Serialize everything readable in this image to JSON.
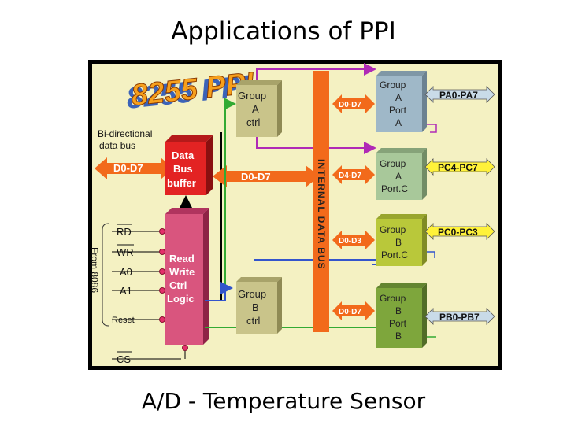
{
  "slide": {
    "title": "Applications of PPI",
    "caption": "A/D - Temperature Sensor"
  },
  "diagram": {
    "logo": "8255 PPI",
    "bidirectional_label": [
      "Bi-directional",
      "data bus"
    ],
    "data_bus_buffer": [
      "Data",
      "Bus",
      "buffer"
    ],
    "rw_logic": [
      "Read",
      "Write",
      "Ctrl",
      "Logic"
    ],
    "group_a_ctrl": [
      "Group",
      "A",
      "ctrl"
    ],
    "group_b_ctrl": [
      "Group",
      "B",
      "ctrl"
    ],
    "internal_bus": "INTERNAL DATA BUS",
    "from_8086": "From 8086",
    "signals": [
      "RD",
      "WR",
      "A0",
      "A1",
      "Reset",
      "CS"
    ],
    "arrows": {
      "ext_data": "D0-D7",
      "int_data": "D0-D7",
      "port_a": "D0-D7",
      "port_c_upper": "D4-D7",
      "port_c_lower": "D0-D3",
      "port_b": "D0-D7"
    },
    "ports": [
      {
        "lines": [
          "Group",
          "A",
          "Port",
          "A"
        ],
        "pins": "PA0-PA7",
        "color": "#9fb8c8"
      },
      {
        "lines": [
          "Group",
          "A",
          "Port.C"
        ],
        "pins": "PC4-PC7",
        "color": "#a8c89a"
      },
      {
        "lines": [
          "Group",
          "B",
          "Port.C"
        ],
        "pins": "PC0-PC3",
        "color": "#b9c83a"
      },
      {
        "lines": [
          "Group",
          "B",
          "Port",
          "B"
        ],
        "pins": "PB0-PB7",
        "color": "#7ea63c"
      }
    ],
    "colors": {
      "background": "#f4f1c2",
      "bus_orange": "#f26a1b",
      "buffer_red": "#e32323",
      "logic_pink": "#d9557e",
      "ctrl_khaki": "#c9c48a",
      "pin_label_fill": "#c9dbe8",
      "pin_label_yellow": "#fff23a",
      "wire_green": "#33aa33",
      "wire_blue": "#3355cc",
      "wire_purple": "#b02ab6"
    }
  }
}
